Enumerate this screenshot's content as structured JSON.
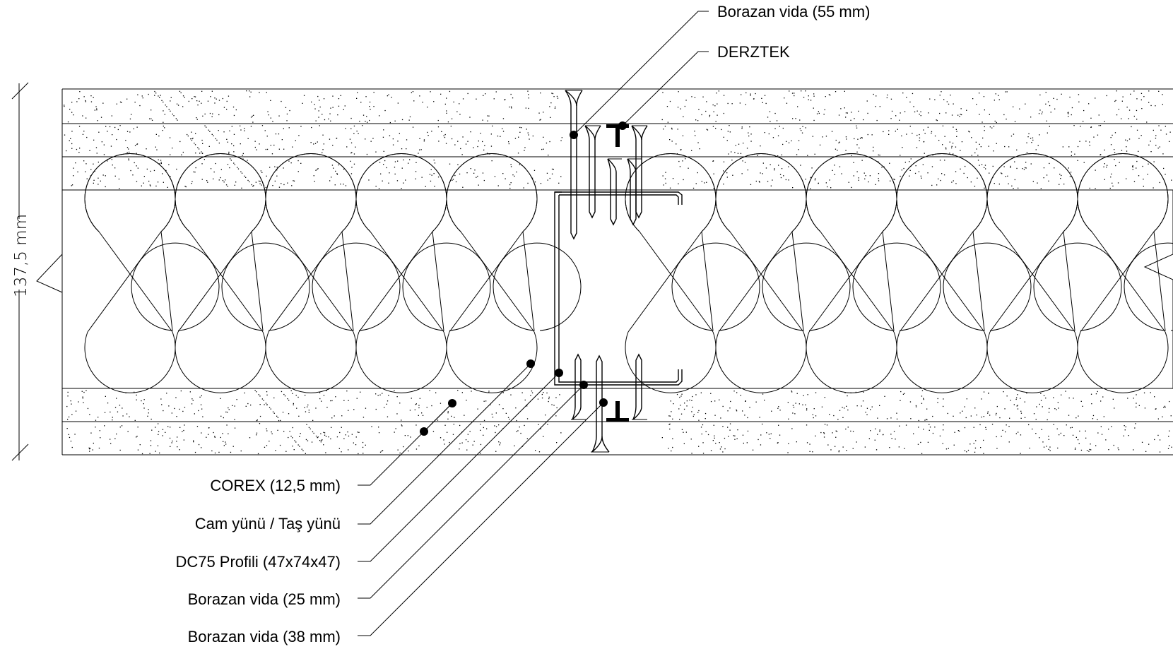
{
  "dimension": {
    "text": "137,5 mm"
  },
  "labels_top": [
    {
      "key": "screw55",
      "text": "Borazan vida (55 mm)"
    },
    {
      "key": "derztek",
      "text": "DERZTEK"
    }
  ],
  "labels_bottom": [
    {
      "key": "corex",
      "text": "COREX (12,5 mm)"
    },
    {
      "key": "wool",
      "text": "Cam yünü / Taş yünü"
    },
    {
      "key": "profile",
      "text": "DC75 Profili (47x74x47)"
    },
    {
      "key": "screw25",
      "text": "Borazan vida (25 mm)"
    },
    {
      "key": "screw38",
      "text": "Borazan vida (38 mm)"
    }
  ]
}
